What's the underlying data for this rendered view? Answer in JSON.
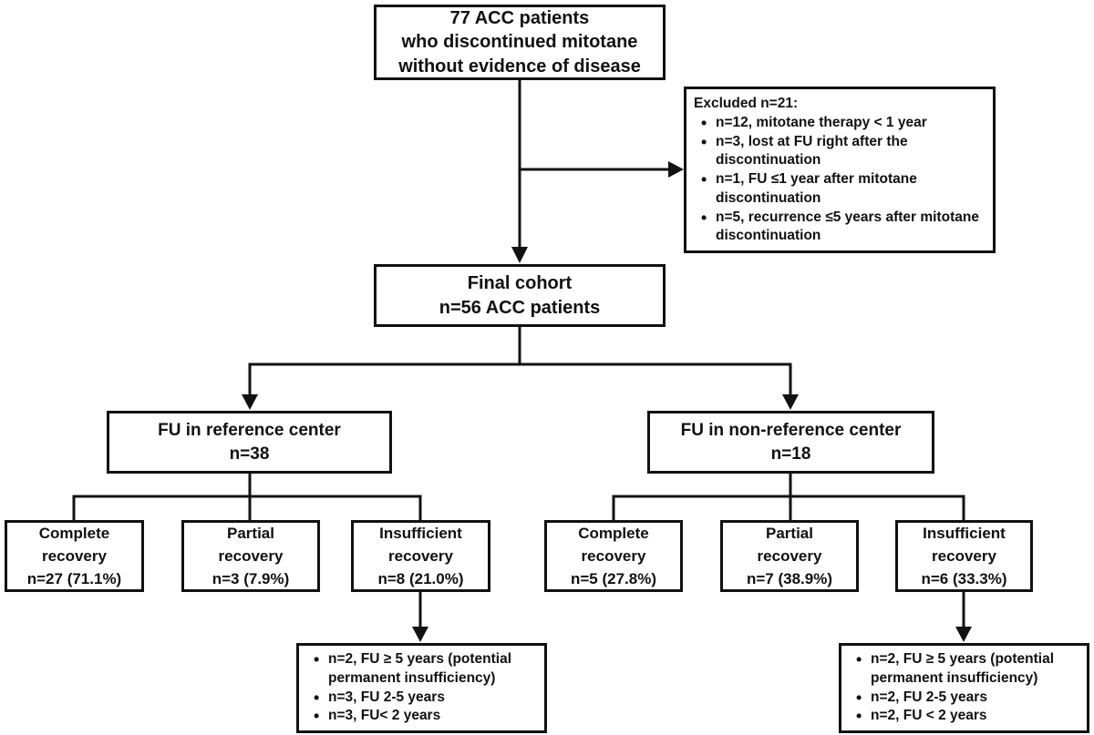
{
  "palette": {
    "line": "#111111",
    "text": "#111111",
    "box_background": "#ffffff",
    "page_background": "#ffffff"
  },
  "boxes": {
    "top": {
      "lines": [
        "77 ACC patients",
        "who discontinued mitotane",
        "without evidence of disease"
      ]
    },
    "excluded": {
      "title": "Excluded n=21:",
      "bullets": [
        "n=12, mitotane therapy < 1 year",
        "n=3, lost at FU right after the discontinuation",
        "n=1, FU ≤1 year after mitotane discontinuation",
        "n=5, recurrence ≤5 years after mitotane discontinuation"
      ]
    },
    "final_cohort": {
      "lines": [
        "Final cohort",
        "n=56 ACC patients"
      ]
    },
    "fu_reference": {
      "lines": [
        "FU in reference center",
        "n=38"
      ]
    },
    "fu_non_reference": {
      "lines": [
        "FU in non-reference center",
        "n=18"
      ]
    },
    "reference_outcomes": [
      {
        "lines": [
          "Complete",
          "recovery",
          "n=27 (71.1%)"
        ]
      },
      {
        "lines": [
          "Partial",
          "recovery",
          "n=3 (7.9%)"
        ]
      },
      {
        "lines": [
          "Insufficient",
          "recovery",
          "n=8 (21.0%)"
        ]
      }
    ],
    "non_reference_outcomes": [
      {
        "lines": [
          "Complete",
          "recovery",
          "n=5 (27.8%)"
        ]
      },
      {
        "lines": [
          "Partial",
          "recovery",
          "n=7 (38.9%)"
        ]
      },
      {
        "lines": [
          "Insufficient",
          "recovery",
          "n=6 (33.3%)"
        ]
      }
    ],
    "insufficient_reference_detail": {
      "bullets": [
        "n=2, FU ≥ 5 years (potential permanent insufficiency)",
        "n=3, FU 2-5 years",
        "n=3, FU< 2 years"
      ]
    },
    "insufficient_non_reference_detail": {
      "bullets": [
        "n=2, FU ≥ 5 years (potential permanent insufficiency)",
        "n=2, FU 2-5 years",
        "n=2, FU < 2 years"
      ]
    }
  }
}
